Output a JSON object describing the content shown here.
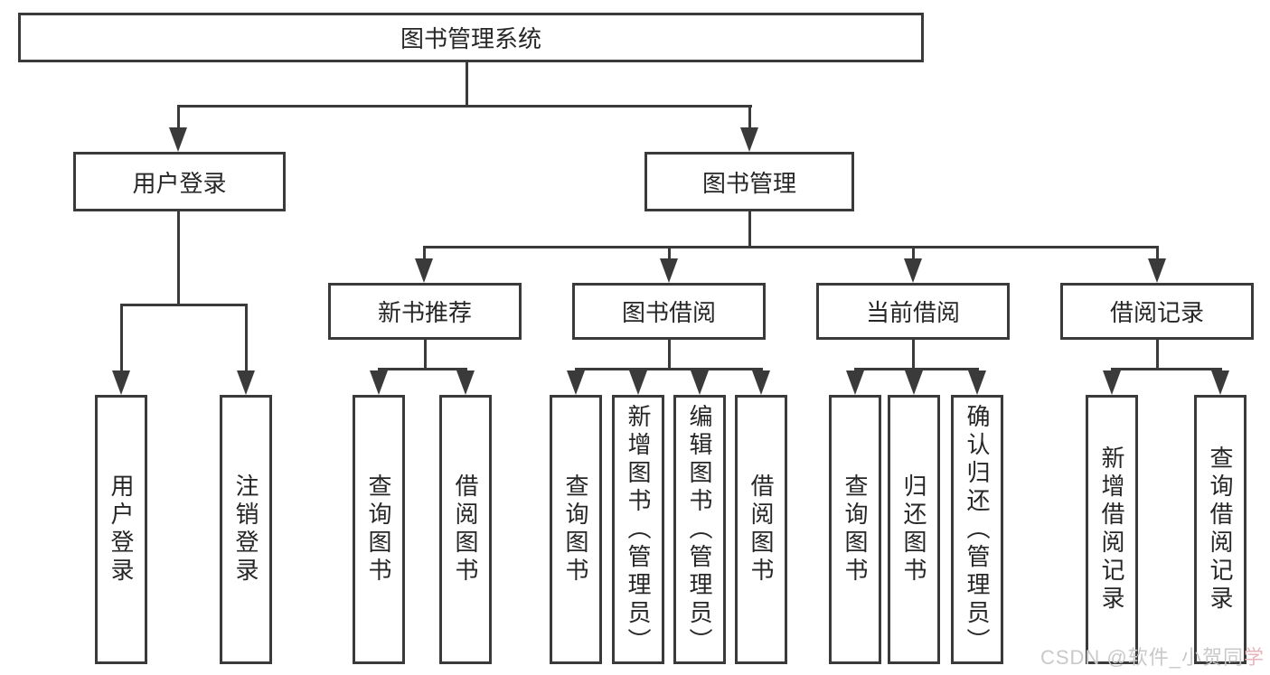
{
  "diagram": {
    "root": {
      "label": "图书管理系统"
    },
    "branches": {
      "user_login": {
        "label": "用户登录",
        "children": [
          {
            "label": "用户登录"
          },
          {
            "label": "注销登录"
          }
        ]
      },
      "book_mgmt": {
        "label": "图书管理",
        "sections": [
          {
            "label": "新书推荐",
            "children": [
              {
                "label": "查询图书"
              },
              {
                "label": "借阅图书"
              }
            ]
          },
          {
            "label": "图书借阅",
            "children": [
              {
                "label": "查询图书"
              },
              {
                "label": "新增图书（管理员）"
              },
              {
                "label": "编辑图书（管理员）"
              },
              {
                "label": "借阅图书"
              }
            ]
          },
          {
            "label": "当前借阅",
            "children": [
              {
                "label": "查询图书"
              },
              {
                "label": "归还图书"
              },
              {
                "label": "确认归还（管理员）"
              }
            ]
          },
          {
            "label": "借阅记录",
            "children": [
              {
                "label": "新增借阅记录"
              },
              {
                "label": "查询借阅记录"
              }
            ]
          }
        ]
      }
    }
  },
  "watermark": {
    "prefix": "CSDN @软件_小贺同",
    "accent": "学"
  },
  "colors": {
    "line": "#3a3a3a",
    "text": "#262626",
    "background": "#ffffff",
    "watermark": "#c9c9c9",
    "watermark_accent": "#e7b4bc"
  }
}
